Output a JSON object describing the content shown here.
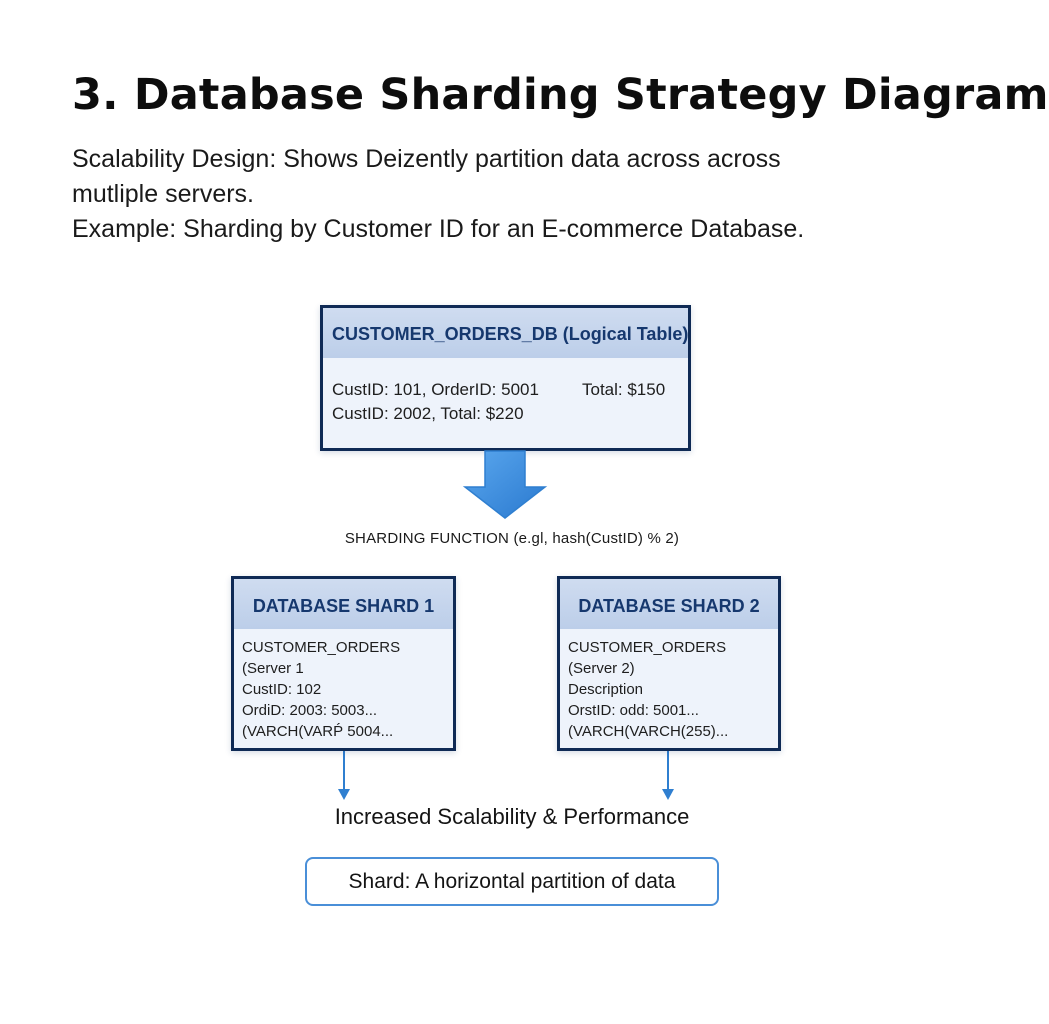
{
  "title": "3. Database Sharding Strategy Diagram",
  "subtitle": {
    "line1": "Scalability Design: Shows Deizently partition data across across",
    "line2": "mutliple servers.",
    "line3": "Example: Sharding by Customer ID for an E-commerce Database."
  },
  "logical_table": {
    "header": "CUSTOMER_ORDERS_DB (Logical Table)",
    "row1_left": "CustID: 101, OrderID: 5001",
    "row1_right": "Total: $150",
    "row2": "CustID: 2002, Total: $220"
  },
  "sharding_function": "SHARDING FUNCTION (e.gl, hash(CustID) % 2)",
  "shards": [
    {
      "header": "DATABASE SHARD 1",
      "lines": [
        "CUSTOMER_ORDERS",
        "(Server 1",
        "CustID: 102",
        "OrdiD: 2003: 5003...",
        "(VARCH(VARṔ 5004..."
      ]
    },
    {
      "header": "DATABASE SHARD 2",
      "lines": [
        "CUSTOMER_ORDERS",
        "(Server 2)",
        "Description",
        "OrstID: odd: 5001...",
        "(VARCH(VARCH(255)..."
      ]
    }
  ],
  "result": "Increased Scalability & Performance",
  "definition": "Shard: A horizontal partition of data",
  "colors": {
    "box_border": "#0f2a55",
    "box_fill": "#eef3fb",
    "header_fill": "#c4d4ec",
    "header_text": "#16386e",
    "arrow_fill": "#3a8ee0",
    "arrow_line": "#2f7fd0",
    "definition_border": "#4a8fd8"
  },
  "icons": {
    "main_arrow": "down-block-arrow-icon",
    "shard_arrows": "down-arrow-icon"
  }
}
